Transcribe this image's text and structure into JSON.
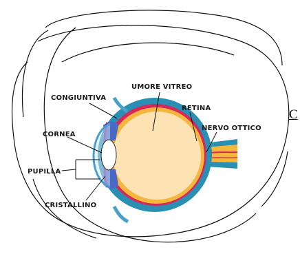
{
  "diagram": {
    "labels": {
      "congiuntiva": "CONGIUNTIVA",
      "umore_vitreo": "UMORE VITREO",
      "retina": "RETINA",
      "nervo_ottico": "NERVO OTTICO",
      "cornea": "CORNEA",
      "pupilla": "PUPILLA",
      "cristallino": "CRISTALLINO"
    },
    "edge_text": "C"
  },
  "colors": {
    "sclera": "#2b8fb4",
    "choroid": "#d6285a",
    "vitreous": "#fde3b3",
    "nerve": "#f4b63c",
    "iris": "#4a68c8",
    "lens": "#ffffff",
    "ink": "#111111"
  }
}
